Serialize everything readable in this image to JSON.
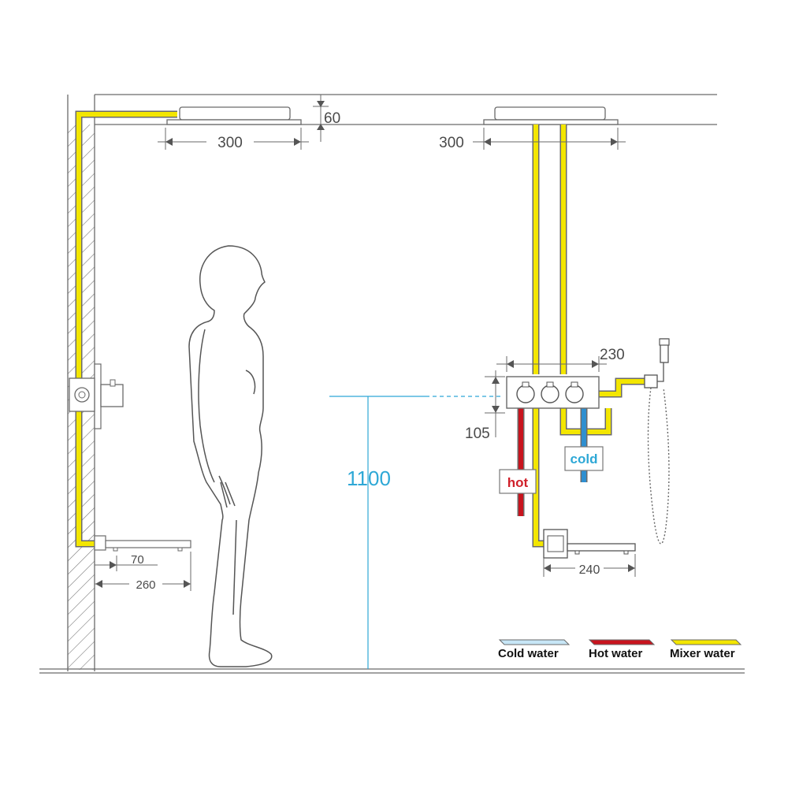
{
  "dimensions": {
    "ceiling_gap": "60",
    "left_head_width": "300",
    "right_head_width": "300",
    "valve_width": "230",
    "valve_height": "105",
    "valve_floor_height": "1100",
    "spout_projection": "70",
    "spout_length_left": "260",
    "spout_length_right": "240"
  },
  "tags": {
    "hot": "hot",
    "cold": "cold"
  },
  "legend": {
    "cold": "Cold water",
    "hot": "Hot water",
    "mixer": "Mixer water"
  },
  "colors": {
    "mixer": "#f3e600",
    "hot": "#c8141e",
    "cold": "#2f8fd0",
    "accent": "#2ea8d6"
  }
}
